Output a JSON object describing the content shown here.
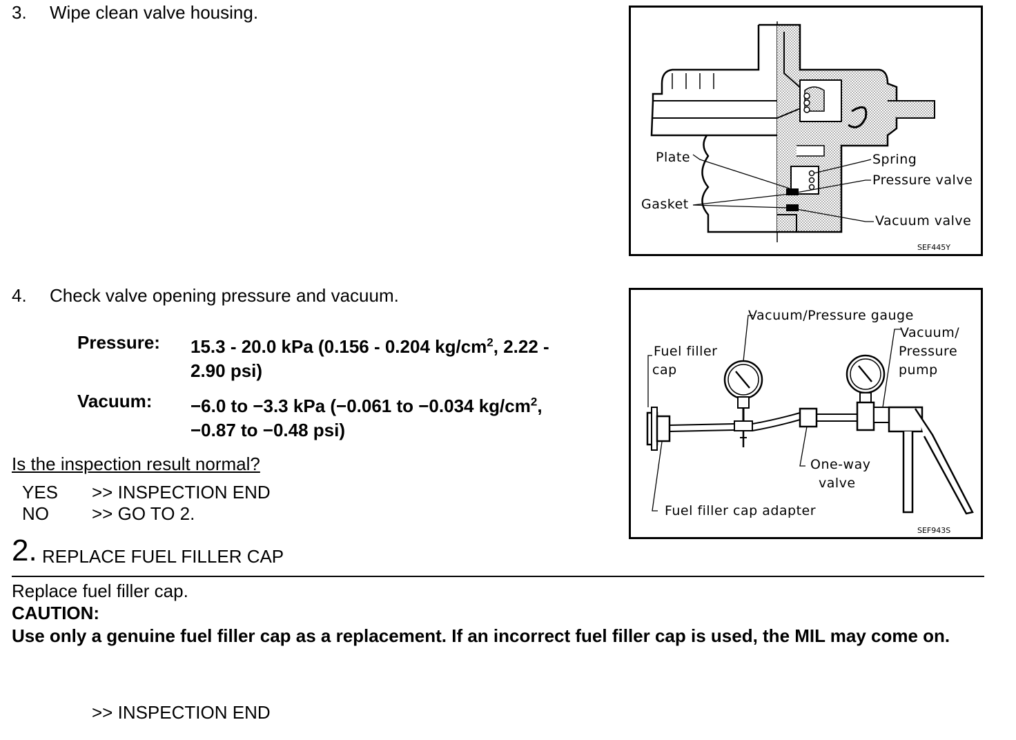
{
  "step3": {
    "num": "3.",
    "text": "Wipe clean valve housing."
  },
  "step4": {
    "num": "4.",
    "text": "Check valve opening pressure and vacuum."
  },
  "specs": {
    "pressure_label": "Pressure:",
    "pressure_line1_pre": "15.3 - 20.0 kPa (0.156 - 0.204 kg/cm",
    "pressure_sup": "2",
    "pressure_line1_post": ", 2.22 -",
    "pressure_line2": "2.90 psi)",
    "vacuum_label": "Vacuum:",
    "vacuum_line1_pre": "−6.0 to −3.3 kPa (−0.061 to −0.034 kg/cm",
    "vacuum_sup": "2",
    "vacuum_line1_post": ",",
    "vacuum_line2": "−0.87 to −0.48 psi)"
  },
  "question": "Is the inspection result normal?",
  "answers": [
    {
      "key": "YES",
      "value": ">> INSPECTION END"
    },
    {
      "key": "NO",
      "value": ">> GO TO 2."
    }
  ],
  "section2": {
    "num": "2.",
    "title": "REPLACE FUEL FILLER CAP"
  },
  "body": {
    "text": "Replace fuel filler cap.",
    "caution_label": "CAUTION:",
    "caution_text": "Use only a genuine fuel filler cap as a replacement. If an incorrect fuel filler cap is used, the MIL may come on.",
    "end": ">> INSPECTION END"
  },
  "figure1": {
    "labels": {
      "plate": "Plate",
      "gasket": "Gasket",
      "spring": "Spring",
      "pressure_valve": "Pressure valve",
      "vacuum_valve": "Vacuum valve"
    },
    "code": "SEF445Y"
  },
  "figure2": {
    "labels": {
      "gauge": "Vacuum/Pressure gauge",
      "pump_1": "Vacuum/",
      "pump_2": "Pressure",
      "pump_3": "pump",
      "cap_1": "Fuel filler",
      "cap_2": "cap",
      "oneway_1": "One-way",
      "oneway_2": "valve",
      "adapter": "Fuel filler cap adapter"
    },
    "code": "SEF943S"
  }
}
